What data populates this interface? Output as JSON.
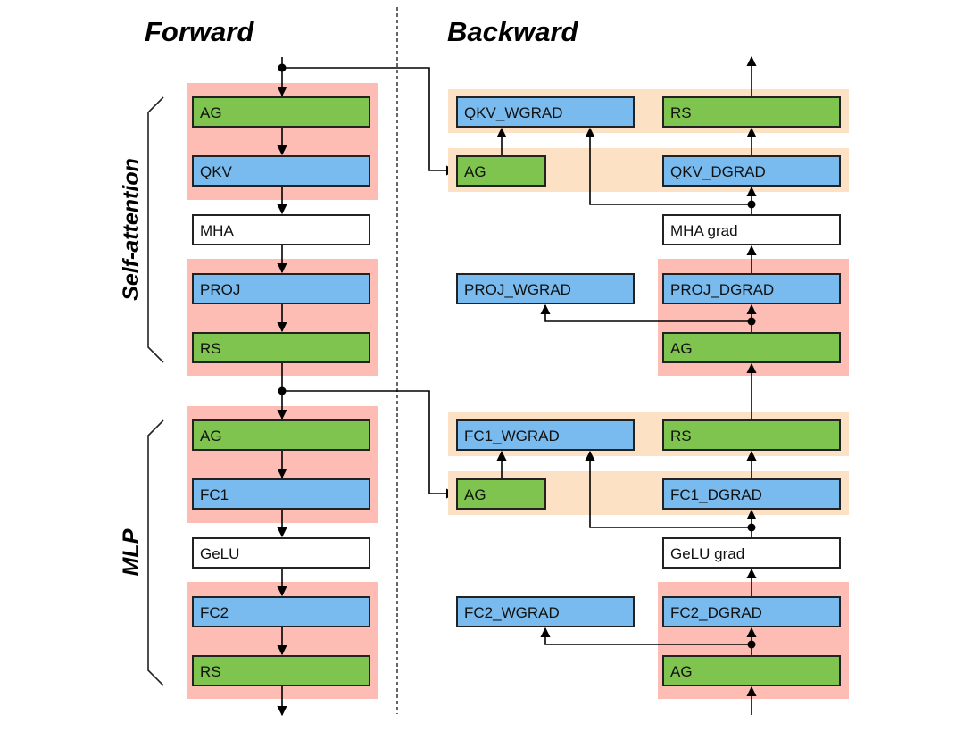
{
  "titles": {
    "forward": "Forward",
    "backward": "Backward"
  },
  "sections": {
    "self_attention": "Self-attention",
    "mlp": "MLP"
  },
  "colors": {
    "communication": "#7ec44f",
    "gemm": "#79bbee",
    "elementwise": "#ffffff",
    "overlap_group": "#fdbcb4",
    "concurrent_group": "#fde1c4"
  },
  "forward": {
    "attn": [
      "AG",
      "QKV",
      "MHA",
      "PROJ",
      "RS"
    ],
    "mlp": [
      "AG",
      "FC1",
      "GeLU",
      "FC2",
      "RS"
    ]
  },
  "backward": {
    "attn": {
      "qkv_wgrad": "QKV_WGRAD",
      "rs": "RS",
      "ag": "AG",
      "qkv_dgrad": "QKV_DGRAD",
      "mha_grad": "MHA grad",
      "proj_wgrad": "PROJ_WGRAD",
      "proj_dgrad": "PROJ_DGRAD",
      "ag2": "AG"
    },
    "mlp": {
      "fc1_wgrad": "FC1_WGRAD",
      "rs": "RS",
      "ag": "AG",
      "fc1_dgrad": "FC1_DGRAD",
      "gelu_grad": "GeLU grad",
      "fc2_wgrad": "FC2_WGRAD",
      "fc2_dgrad": "FC2_DGRAD",
      "ag2": "AG"
    }
  }
}
